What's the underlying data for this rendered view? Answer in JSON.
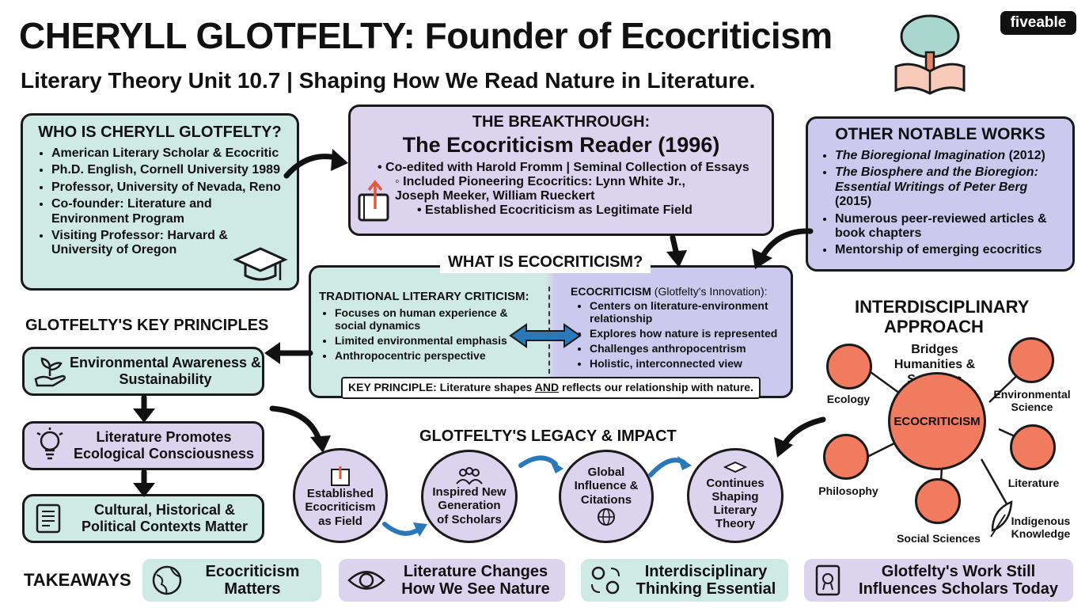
{
  "header": {
    "title": "CHERYLL GLOTFELTY: Founder of Ecocriticism",
    "subtitle": "Literary Theory Unit 10.7 | Shaping How We Read Nature in Literature.",
    "logo": "fiveable",
    "colors": {
      "teal": "#cfe9e4",
      "lavender": "#dcd3ef",
      "coral": "#f07b5f",
      "arrow_blue": "#2a78b8"
    }
  },
  "who": {
    "title": "WHO IS CHERYLL GLOTFELTY?",
    "items": [
      "American Literary Scholar & Ecocritic",
      "Ph.D. English, Cornell University 1989",
      "Professor, University of Nevada, Reno",
      "Co-founder: Literature and Environment Program",
      "Visiting Professor: Harvard & University of Oregon"
    ]
  },
  "breakthrough": {
    "title": "THE BREAKTHROUGH:",
    "book": "The Ecocriticism Reader (1996)",
    "item1": "Co-edited with Harold Fromm | Seminal Collection of Essays",
    "item2": "Included Pioneering Ecocritics: Lynn White Jr., Joseph Meeker, William Rueckert",
    "item3": "Established Ecocriticism as Legitimate Field"
  },
  "works": {
    "title": "OTHER NOTABLE WORKS",
    "w1_title": "The Bioregional Imagination",
    "w1_year": "(2012)",
    "w2_title": "The Biosphere and the Bioregion: Essential Writings of Peter Berg",
    "w2_year": "(2015)",
    "w3": "Numerous peer-reviewed articles & book chapters",
    "w4": "Mentorship of emerging ecocritics"
  },
  "what": {
    "title": "WHAT IS ECOCRITICISM?",
    "trad_title": "TRADITIONAL LITERARY CRITICISM:",
    "trad_items": [
      "Focuses on human experience & social dynamics",
      "Limited environmental emphasis",
      "Anthropocentric perspective"
    ],
    "eco_title": "ECOCRITICISM",
    "eco_sub": "(Glotfelty's Innovation):",
    "eco_items": [
      "Centers on literature-environment relationship",
      "Explores how nature is represented",
      "Challenges anthropocentrism",
      "Holistic, interconnected view"
    ],
    "key_a": "KEY PRINCIPLE: Literature shapes",
    "key_and": "AND",
    "key_b": "reflects our relationship with nature."
  },
  "principles": {
    "title": "GLOTFELTY'S KEY PRINCIPLES",
    "p1": "Environmental Awareness & Sustainability",
    "p2": "Literature Promotes Ecological Consciousness",
    "p3": "Cultural, Historical & Political Contexts Matter"
  },
  "legacy": {
    "title": "GLOTFELTY'S LEGACY & IMPACT",
    "c1": "Established Ecocriticism as Field",
    "c2": "Inspired New Generation of Scholars",
    "c3": "Global Influence & Citations",
    "c4": "Continues Shaping Literary Theory"
  },
  "inter": {
    "title": "INTERDISCIPLINARY APPROACH",
    "sub": "Bridges Humanities & Sciences",
    "center": "ECOCRITICISM",
    "n_ecology": "Ecology",
    "n_env": "Environmental Science",
    "n_phil": "Philosophy",
    "n_lit": "Literature",
    "n_social": "Social Sciences",
    "n_indig": "Indigenous Knowledge"
  },
  "takeaways": {
    "label": "TAKEAWAYS",
    "t1": "Ecocriticism Matters",
    "t2": "Literature Changes How We See Nature",
    "t3": "Interdisciplinary Thinking Essential",
    "t4": "Glotfelty's Work Still Influences Scholars Today"
  }
}
